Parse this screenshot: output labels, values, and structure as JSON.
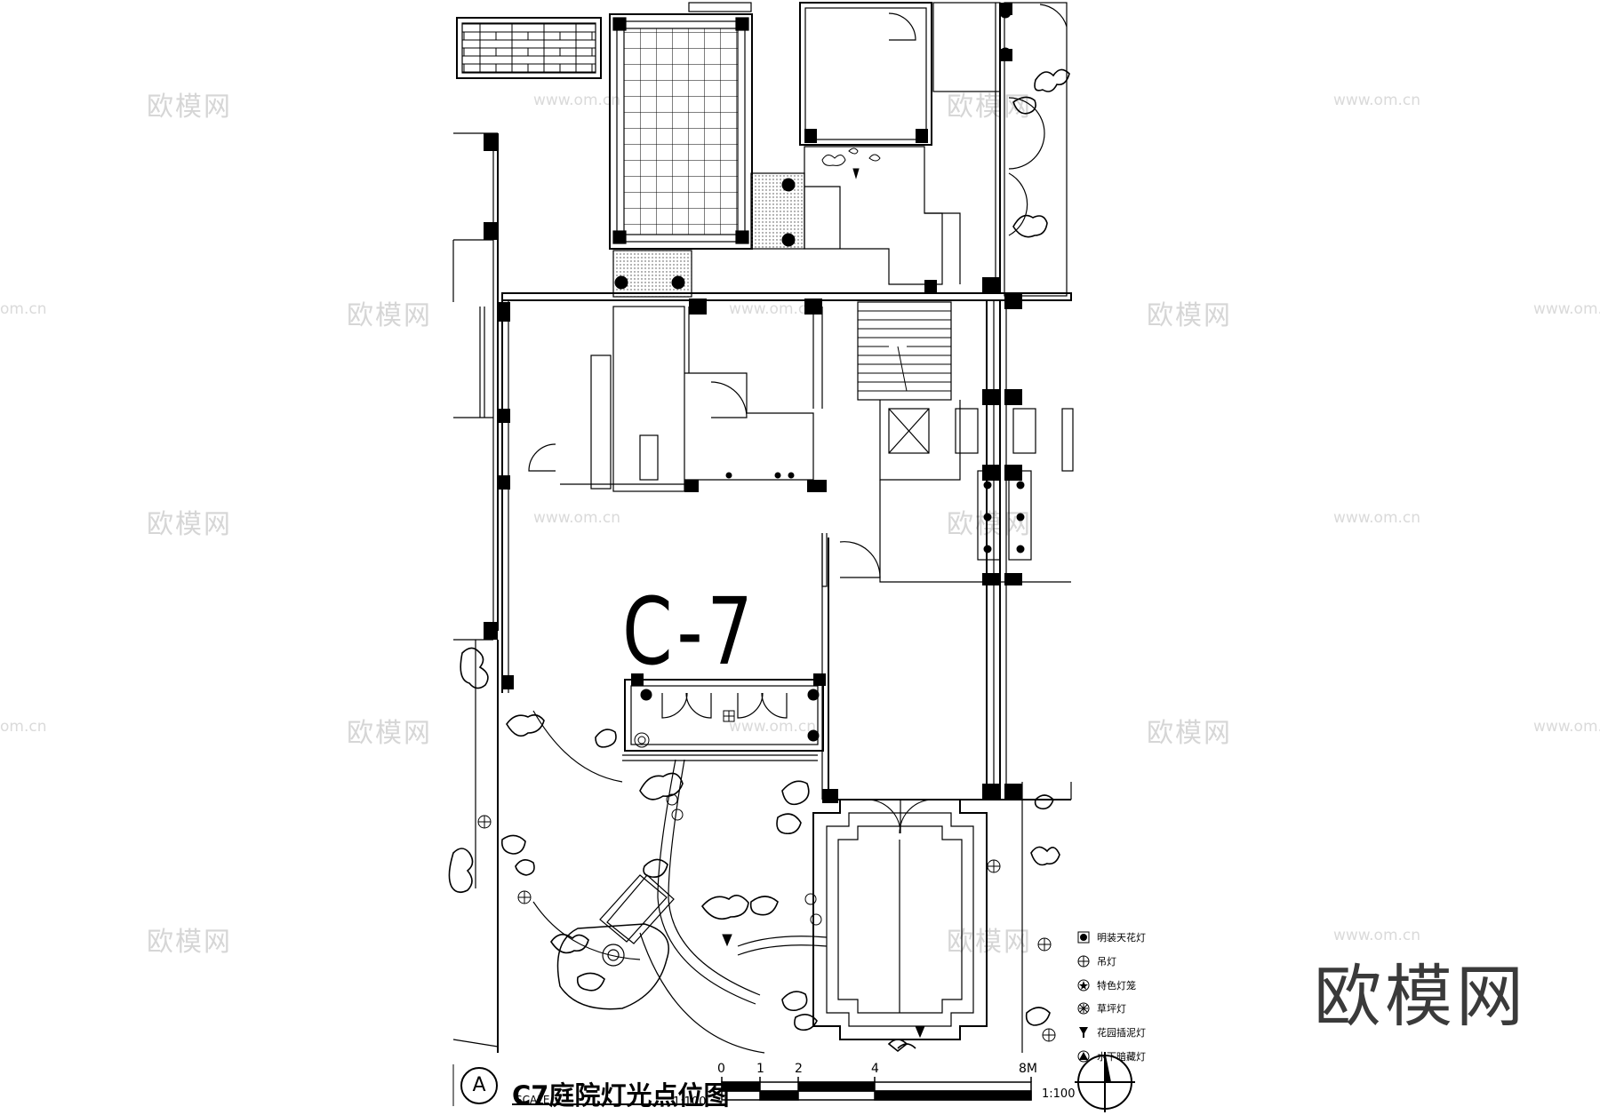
{
  "plan_label": "C-7",
  "title": {
    "text": "C7庭院灯光点位图",
    "scale_caption": "SCALE",
    "scale_ratio": "1:100",
    "marker_letter": "A"
  },
  "scale_bar": {
    "ticks": [
      "0",
      "1",
      "2",
      "4",
      "8M"
    ],
    "ratio": "1:100"
  },
  "legend": [
    {
      "icon": "recessed-ceiling-light-icon",
      "label": "明装天花灯"
    },
    {
      "icon": "pendant-light-icon",
      "label": "吊灯"
    },
    {
      "icon": "feature-lantern-icon",
      "label": "特色灯笼"
    },
    {
      "icon": "lawn-light-icon",
      "label": "草坪灯"
    },
    {
      "icon": "garden-spot-light-icon",
      "label": "花园插泥灯"
    },
    {
      "icon": "underwater-light-icon",
      "label": "水下暗藏灯"
    }
  ],
  "watermarks": {
    "brand": "欧模网",
    "url": "www.om.cn",
    "url_short": "om.cn"
  }
}
